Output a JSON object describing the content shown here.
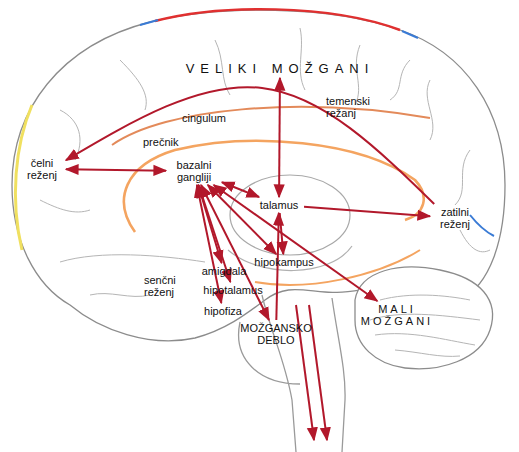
{
  "diagram": {
    "nodes": [
      {
        "text": [
          "VELIKI MOŽGANI"
        ]
      },
      {
        "text": [
          "čelni reženj"
        ]
      },
      {
        "text": [
          "bazalni gangliji"
        ]
      },
      {
        "text": [
          "talamus"
        ]
      },
      {
        "text": [
          "zatilni reženj"
        ]
      },
      {
        "text": [
          "amigdala"
        ]
      },
      {
        "text": [
          "hipokampus"
        ]
      },
      {
        "text": [
          "hipotalamus"
        ]
      },
      {
        "text": [
          "hipofiza"
        ]
      },
      {
        "text": [
          "MOŽGANSKO DEBLO"
        ]
      },
      {
        "text": [
          "MALI MOŽGANI"
        ]
      }
    ],
    "edges": [
      {
        "from": 3,
        "to": 0,
        "arrow": "both"
      },
      {
        "from": 1,
        "to": 2,
        "arrow": "both"
      },
      {
        "from": 4,
        "to": 1,
        "arrow": "to"
      },
      {
        "from": 2,
        "to": 3,
        "arrow": "both"
      },
      {
        "from": 3,
        "to": 4,
        "arrow": "to"
      },
      {
        "from": 2,
        "to": 5,
        "arrow": "both"
      },
      {
        "from": 2,
        "to": 7,
        "arrow": "both"
      },
      {
        "from": 2,
        "to": 8,
        "arrow": "both"
      },
      {
        "from": 2,
        "to": 9,
        "arrow": "both"
      },
      {
        "from": 2,
        "to": 6,
        "arrow": "both"
      },
      {
        "from": 2,
        "to": 10,
        "arrow": "both"
      },
      {
        "from": 3,
        "to": 6,
        "arrow": "to"
      },
      {
        "from": 9,
        "to": 3,
        "arrow": "to"
      }
    ],
    "labels": [
      "cingulum",
      "temenski režanj",
      "prečnik",
      "senčni reženj"
    ]
  }
}
